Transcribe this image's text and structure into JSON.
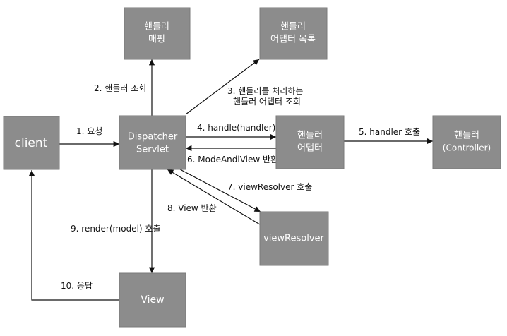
{
  "nodes": {
    "mapping": {
      "line1": "핸들러",
      "line2": "매핑"
    },
    "adapter_list": {
      "line1": "핸들러",
      "line2": "어댑터 목록"
    },
    "client": {
      "label": "client"
    },
    "dispatcher": {
      "line1": "Dispatcher",
      "line2": "Servlet"
    },
    "adapter": {
      "line1": "핸들러",
      "line2": "어댑터"
    },
    "handler": {
      "line1": "핸들러",
      "line2": "(Controller)"
    },
    "resolver": {
      "label": "viewResolver"
    },
    "view": {
      "label": "View"
    }
  },
  "edges": {
    "e1": "1. 요청",
    "e2": "2. 핸들러 조회",
    "e3a": "3. 핸들러를 처리하는",
    "e3b": "핸들러 어댑터 조회",
    "e4": "4. handle(handler)",
    "e5": "5. handler 호출",
    "e6": "6. ModeAndlView 반환",
    "e7": "7. viewResolver 호출",
    "e8": "8. View 반환",
    "e9": "9. render(model) 호출",
    "e10": "10. 응답"
  },
  "colors": {
    "node_fill": "#8c8c8c",
    "arrow": "#111111",
    "node_text": "#ffffff"
  }
}
